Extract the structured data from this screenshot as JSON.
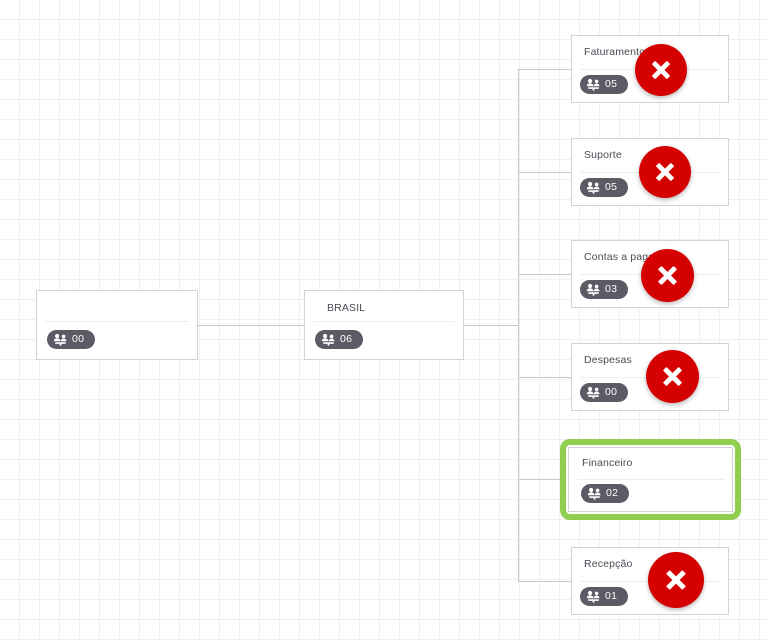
{
  "app": {
    "view_name": "org-chart",
    "background": "#ffffff",
    "grid_color": "#f0f0f2"
  },
  "theme": {
    "card_border": "#d3d3d3",
    "connector": "#c9c9c9",
    "badge_bg": "#5b5b66",
    "badge_text": "#ffffff",
    "title_text": "#4a4a55",
    "delete_red": "#d50000",
    "selected_green": "#8fce4e"
  },
  "icons": {
    "people": "people-group-icon",
    "delete": "close-x-icon"
  },
  "nodes": {
    "root": {
      "title": "",
      "count": "00",
      "selected": false,
      "deletable": false
    },
    "brasil": {
      "title": "BRASIL",
      "count": "06",
      "selected": false,
      "deletable": false
    },
    "children": [
      {
        "title": "Faturamento",
        "count": "05",
        "selected": false,
        "deletable": true,
        "delete_label": "Remover Faturamento"
      },
      {
        "title": "Suporte",
        "count": "05",
        "selected": false,
        "deletable": true,
        "delete_label": "Remover Suporte"
      },
      {
        "title": "Contas a pagar",
        "count": "03",
        "selected": false,
        "deletable": true,
        "delete_label": "Remover Contas a pagar"
      },
      {
        "title": "Despesas",
        "count": "00",
        "selected": false,
        "deletable": true,
        "delete_label": "Remover Despesas"
      },
      {
        "title": "Financeiro",
        "count": "02",
        "selected": true,
        "deletable": false,
        "delete_label": ""
      },
      {
        "title": "Recepção",
        "count": "01",
        "deletable": true,
        "selected": false,
        "delete_label": "Remover Recepção"
      }
    ]
  }
}
